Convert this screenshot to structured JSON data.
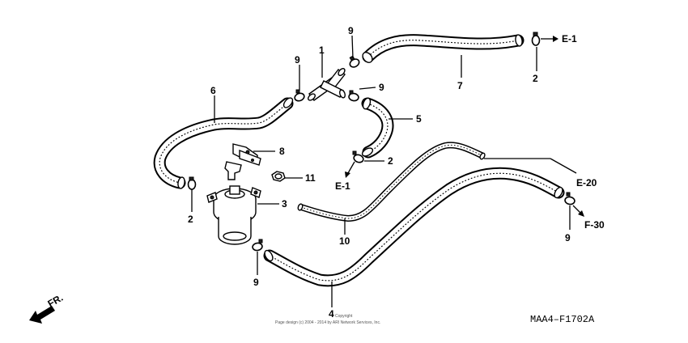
{
  "callouts": {
    "p1": "1",
    "p2a": "2",
    "p2b": "2",
    "p2c": "2",
    "p3": "3",
    "p4": "4",
    "p5": "5",
    "p6": "6",
    "p7": "7",
    "p8": "8",
    "p9a": "9",
    "p9b": "9",
    "p9c": "9",
    "p9d": "9",
    "p9e": "9",
    "p10": "10",
    "p11": "11"
  },
  "refs": {
    "e1_top": "E-1",
    "e1_mid": "E-1",
    "e20": "E-20",
    "f30": "F-30"
  },
  "front_label": "FR.",
  "diagram_code": "MAA4–F1702A",
  "copyright": {
    "line1": "Copyright",
    "line2": "Page design (c) 2004 - 2014 by ARI Network Services, Inc."
  }
}
